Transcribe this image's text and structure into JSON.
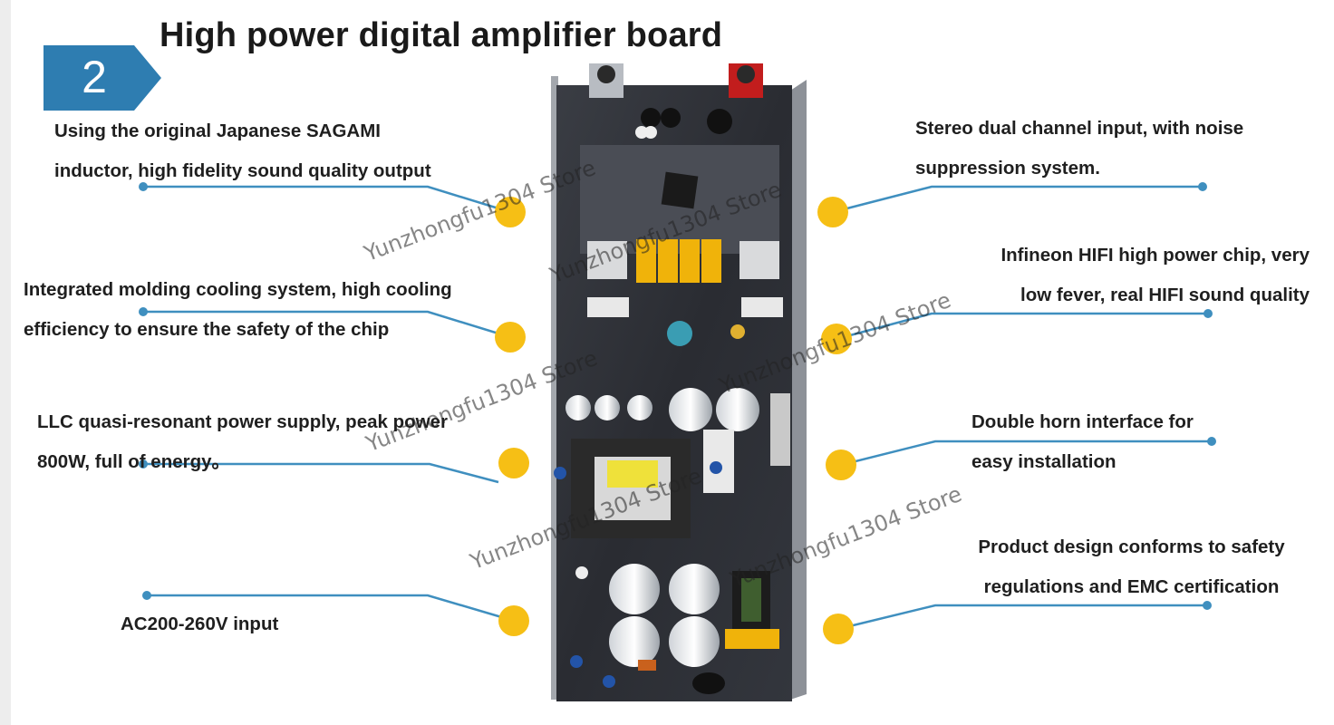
{
  "title": "High power digital amplifier board",
  "badge": {
    "number": "2"
  },
  "features": {
    "left": [
      {
        "text": "Using the original Japanese SAGAMI inductor, high fidelity sound quality output"
      },
      {
        "text": "Integrated molding cooling system, high cooling efficiency to ensure the safety of the chip"
      },
      {
        "text": "LLC quasi-resonant power supply, peak power 800W, full of energy。"
      },
      {
        "text": "AC200-260V  input"
      }
    ],
    "right": [
      {
        "text": "Stereo dual channel input, with noise suppression system."
      },
      {
        "text": "Infineon HIFI high power chip, very low fever, real HIFI sound quality"
      },
      {
        "text": "Double horn interface for easy installation"
      },
      {
        "text": "Product design conforms to safety regulations and EMC certification"
      }
    ]
  },
  "watermark": {
    "text": "Yunzhongfu1304 Store"
  },
  "colors": {
    "accent": "#2e7db1",
    "line": "#3f8fbf",
    "dot": "#f6bf15",
    "text": "#1f1f1f"
  }
}
